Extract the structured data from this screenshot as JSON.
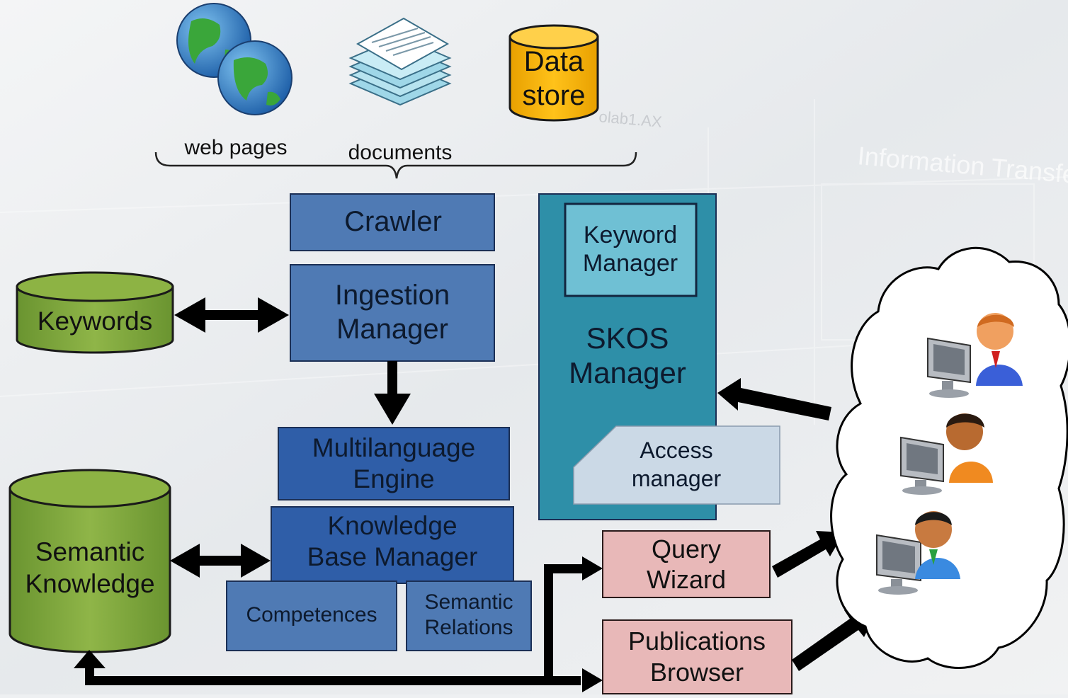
{
  "sources": {
    "web_pages": "web pages",
    "documents": "documents",
    "data_store": [
      "Data",
      "store"
    ]
  },
  "components": {
    "crawler": "Crawler",
    "ingestion_manager": [
      "Ingestion",
      "Manager"
    ],
    "multilanguage_engine": [
      "Multilanguage",
      "Engine"
    ],
    "knowledge_base_manager": [
      "Knowledge",
      "Base Manager"
    ],
    "competences": "Competences",
    "semantic_relations": [
      "Semantic",
      "Relations"
    ],
    "keyword_manager": [
      "Keyword",
      "Manager"
    ],
    "skos_manager": [
      "SKOS",
      "Manager"
    ],
    "access_manager": [
      "Access",
      "manager"
    ],
    "query_wizard": [
      "Query",
      "Wizard"
    ],
    "publications_browser": [
      "Publications",
      "Browser"
    ]
  },
  "stores": {
    "keywords": "Keywords",
    "semantic_knowledge": [
      "Semantic",
      "Knowledge"
    ]
  },
  "background_text": {
    "lab": "olab1.AX",
    "info": "Information Transfer"
  },
  "colors": {
    "box_blue": "#4f7ab4",
    "box_dark_blue": "#2f5ea8",
    "box_teal": "#2e8fa8",
    "box_light_teal": "#6fc0d4",
    "access_fill": "#cbd9e6",
    "store_green": "#7fa63a",
    "pink": "#e8b8b8",
    "data_store_yellow": "#f5b400"
  },
  "icons": {
    "globe": "globe-icon",
    "documents": "document-stack-icon",
    "users": "user-at-computer-icon",
    "cloud": "cloud-icon"
  }
}
